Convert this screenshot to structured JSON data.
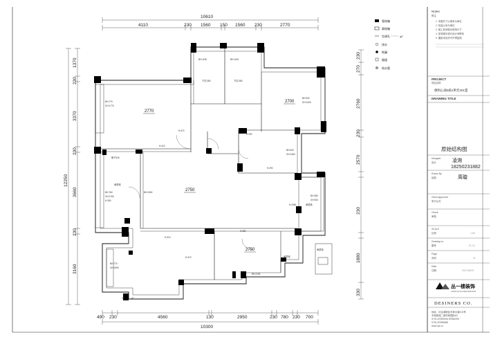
{
  "dims": {
    "top_total": "10610",
    "top": [
      "4110",
      "230",
      "1560",
      "150",
      "1560",
      "230",
      "2770"
    ],
    "bottom_total": "10300",
    "bottom": [
      "490",
      "230",
      "4560",
      "130",
      "2950",
      "230",
      "780",
      "230",
      "700"
    ],
    "left_total": "12250",
    "left": [
      "1370",
      "230",
      "3370",
      "230",
      "3660",
      "230",
      "3160"
    ],
    "right": [
      "230",
      "270",
      "2760",
      "230",
      "2570",
      "230",
      "1880",
      "330"
    ]
  },
  "rooms": {
    "r1": "2770",
    "r2": "2700",
    "r3": "2750",
    "r4": "2750"
  },
  "labels": [
    "BH:1190",
    "BH:1140",
    "下沉:380",
    "下沉:380",
    "BH:770",
    "GH:1770",
    "BH:900",
    "GH:1400",
    "H:470",
    "H:410",
    "H:290",
    "BH:630",
    "GH:1460",
    "H:290",
    "管下526",
    "承重墙",
    "BH:760",
    "GH:1760",
    "H:350",
    "BH:2060",
    "BH:380",
    "GH:920",
    "H:2050",
    "承重墙",
    "H:380",
    "H:410",
    "H:370",
    "BH:770",
    "GH:1590",
    "承重墙",
    "BH:2190",
    "承重墙",
    "47",
    "47"
  ],
  "legend": [
    {
      "label": "强电箱"
    },
    {
      "label": "弱电箱"
    },
    {
      "label": "空调孔"
    },
    {
      "label": "排水"
    },
    {
      "label": "地漏"
    },
    {
      "label": "烟道"
    },
    {
      "label": "给水管"
    }
  ],
  "legend_extra": "φ7",
  "titleblock": {
    "notes_title": "Notes",
    "notes_sub": "附注",
    "notes_lines": [
      "1. 本图尺寸以毫米为单位",
      "2. 标高以米为单位",
      "3. 施工前请核对现场尺寸",
      "4. 如有疑问请与设计师联系",
      "5. 图纸未经许可不得复制"
    ],
    "project_label": "PROJECT",
    "project_sub": "项目名称",
    "project_name": "保利心语5栋2单元401室",
    "drawing_label": "DRAWING TITLE",
    "drawing_name": "原始结构图",
    "designer_label": "Designer",
    "designer_sub": "设计",
    "designer_name": "凌溯",
    "designer_phone": "18250231882",
    "drawn_label": "Drawn By",
    "drawn_sub": "绘制",
    "drawn_name": "周璇",
    "client_label": "Client approved",
    "client_sub": "甲方认可",
    "check_label": "Check",
    "check_sub": "审核",
    "scale_label": "SCALE",
    "scale_sub": "比例",
    "scale_value": "1:65",
    "drawing_no_label": "Drawing no",
    "drawing_no_sub": "图号",
    "drawing_no_value": "PL-01",
    "page_label": "Page",
    "page_sub": "页码",
    "page_value": "01",
    "date_label": "Date",
    "date_sub": "日期",
    "date_value": "2017/08/09",
    "logo": "丛一楼装饰",
    "logo_sub": "CONGYILOU DECORATION",
    "designers": "DESINERS CO.",
    "address": "地址：红谷滩新区丰和大道102号",
    "address2": "丰和新城二期丰和国际A2",
    "phone1": "0791-87550096  87550099",
    "phone2": "0791-87550888",
    "website": "www.cyl.cn"
  }
}
